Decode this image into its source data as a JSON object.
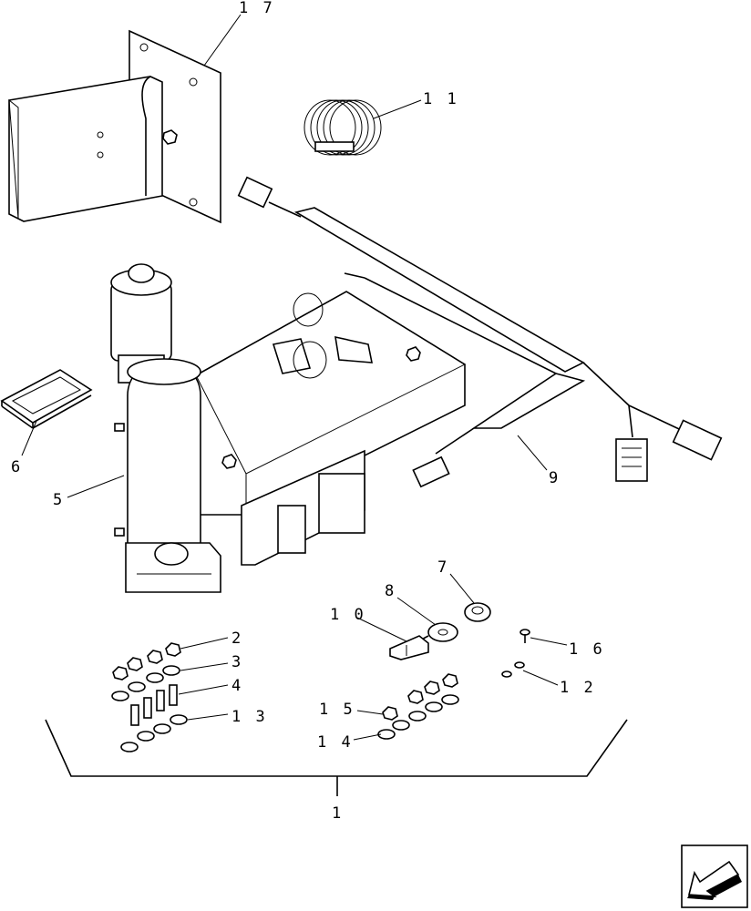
{
  "callouts": [
    {
      "id": "c17",
      "text": "1 7"
    },
    {
      "id": "c11",
      "text": "1 1"
    },
    {
      "id": "c6",
      "text": "6"
    },
    {
      "id": "c5",
      "text": "5"
    },
    {
      "id": "c9",
      "text": "9"
    },
    {
      "id": "c7",
      "text": "7"
    },
    {
      "id": "c8",
      "text": "8"
    },
    {
      "id": "c10",
      "text": "1 0"
    },
    {
      "id": "c16",
      "text": "1 6"
    },
    {
      "id": "c12",
      "text": "1 2"
    },
    {
      "id": "c2",
      "text": "2"
    },
    {
      "id": "c3",
      "text": "3"
    },
    {
      "id": "c4",
      "text": "4"
    },
    {
      "id": "c13",
      "text": "1 3"
    },
    {
      "id": "c15",
      "text": "1 5"
    },
    {
      "id": "c14",
      "text": "1 4"
    },
    {
      "id": "c1",
      "text": "1"
    }
  ],
  "nav": {
    "icon": "back-arrow-icon"
  }
}
